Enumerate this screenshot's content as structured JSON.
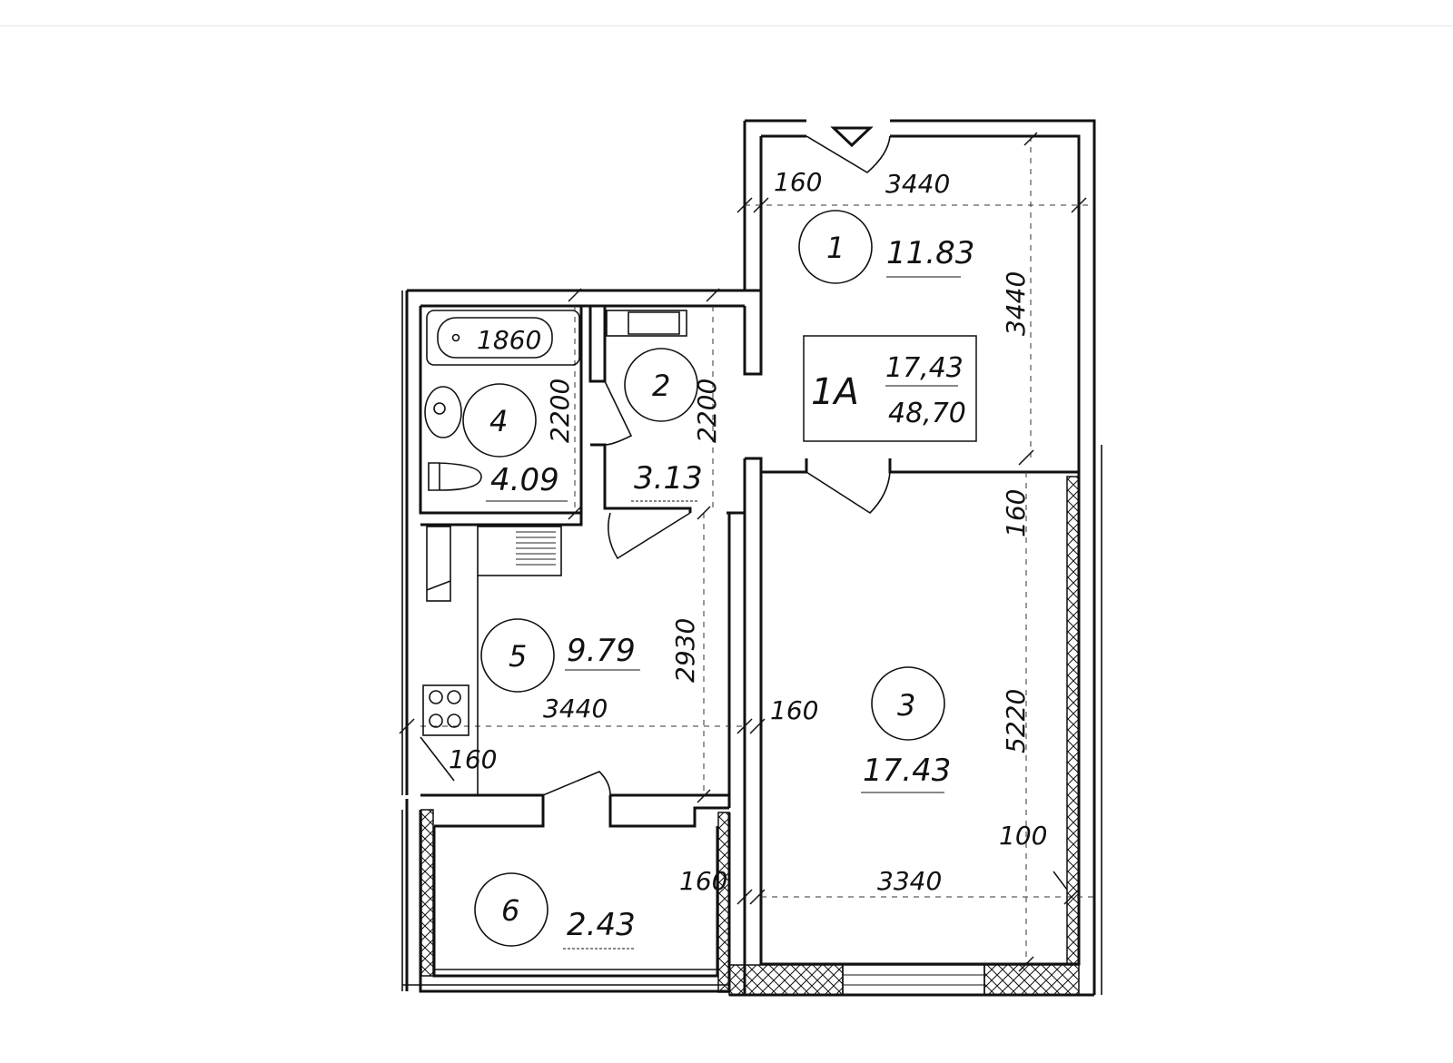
{
  "plan": {
    "apartment": {
      "code": "1A",
      "living_area": "17,43",
      "total_area": "48,70"
    },
    "rooms": [
      {
        "number": "1",
        "area": "11.83"
      },
      {
        "number": "2",
        "area": "3.13"
      },
      {
        "number": "3",
        "area": "17.43"
      },
      {
        "number": "4",
        "area": "4.09"
      },
      {
        "number": "5",
        "area": "9.79"
      },
      {
        "number": "6",
        "area": "2.43"
      }
    ],
    "dimensions": {
      "r1_wall": "160",
      "r1_width": "3440",
      "r1_height": "3440",
      "bath_length": "1860",
      "r4_height": "2200",
      "r2_height": "2200",
      "r3_top_wall": "160",
      "r5_height": "2930",
      "r5_width": "3440",
      "r3_left_wall": "160",
      "r5_left_wall": "160",
      "r3_height": "5220",
      "r3_right_wall": "100",
      "r3_width": "3340",
      "r6_wall": "160"
    },
    "colors": {
      "lines": "#111111",
      "background": "#ffffff"
    }
  }
}
